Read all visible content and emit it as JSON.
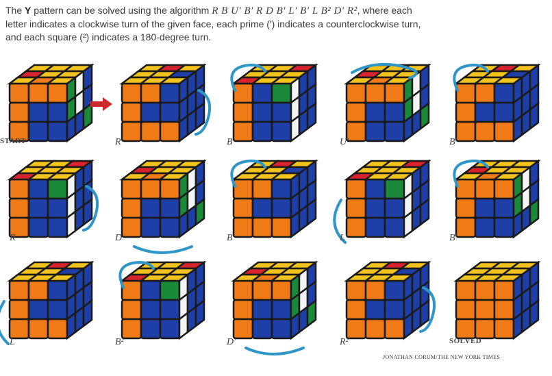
{
  "intro": {
    "lead": "The ",
    "pattern": "Y",
    "mid": " pattern can be solved using the algorithm ",
    "algorithm": "R B U′ B′ R D B′ L′ B′ L B² D′ R²",
    "line1_end": ", where each",
    "line2": "letter indicates a clockwise turn of the given face, each prime (′) indicates a counterclockwise turn,",
    "line3": "and each square (²) indicates a 180-degree turn."
  },
  "colors": {
    "U": "#f2c31c",
    "F": "#f07a16",
    "R": "#1f3fa8",
    "L": "#1a8a3a",
    "B": "#d8222d",
    "D": "#f4f4f4",
    "arrow": "#2f96c8",
    "start_arrow": "#cc2a2a",
    "outline": "#1a1a1a"
  },
  "steps": [
    {
      "label": "START",
      "arrow": "none"
    },
    {
      "label": "R",
      "arrow": "right"
    },
    {
      "label": "B",
      "arrow": "back"
    },
    {
      "label": "U′",
      "arrow": "top"
    },
    {
      "label": "B′",
      "arrow": "back"
    },
    {
      "label": "R",
      "arrow": "right"
    },
    {
      "label": "D",
      "arrow": "bottom"
    },
    {
      "label": "B′",
      "arrow": "back"
    },
    {
      "label": "L′",
      "arrow": "left"
    },
    {
      "label": "B′",
      "arrow": "back"
    },
    {
      "label": "L",
      "arrow": "left"
    },
    {
      "label": "B²",
      "arrow": "back"
    },
    {
      "label": "D′",
      "arrow": "bottom"
    },
    {
      "label": "R²",
      "arrow": "right"
    },
    {
      "label": "SOLVED",
      "arrow": "none"
    }
  ],
  "credit": "JONATHAN CORUM/THE NEW YORK TIMES"
}
